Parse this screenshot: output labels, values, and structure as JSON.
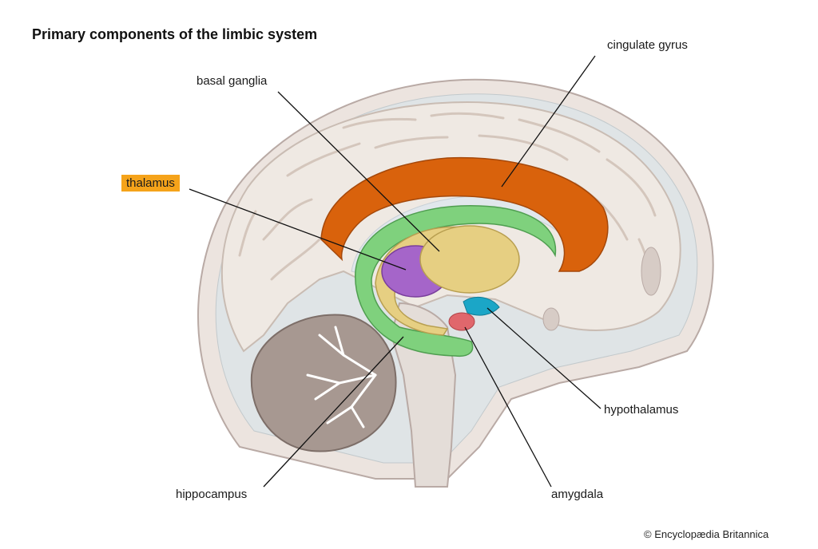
{
  "title": "Primary components of the limbic system",
  "labels": {
    "cingulate_gyrus": "cingulate gyrus",
    "basal_ganglia": "basal ganglia",
    "thalamus": "thalamus",
    "hypothalamus": "hypothalamus",
    "hippocampus": "hippocampus",
    "amygdala": "amygdala"
  },
  "credit": "© Encyclopædia Britannica",
  "colors": {
    "cingulate_gyrus": "#d9620c",
    "basal_ganglia": "#e6cf82",
    "thalamus": "#a565c9",
    "hippocampus": "#7fd17d",
    "amygdala": "#e0676c",
    "hypothalamus": "#1ba6c7",
    "highlight": "#f5a31a",
    "cortex": "#efe9e3",
    "skull": "#ece4df"
  }
}
